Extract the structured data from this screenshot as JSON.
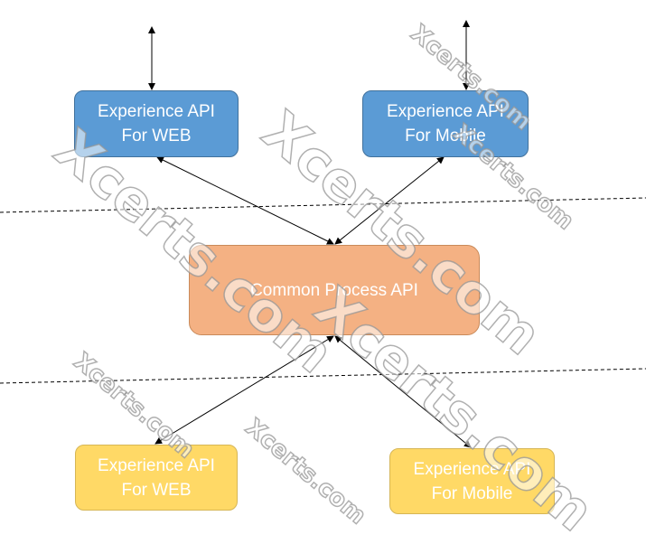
{
  "nodes": {
    "exp_web_top": {
      "line1": "Experience API",
      "line2": "For WEB"
    },
    "exp_mobile_top": {
      "line1": "Experience API",
      "line2": "For Mobile"
    },
    "common_process": {
      "label": "Common Process API"
    },
    "exp_web_bottom": {
      "line1": "Experience API",
      "line2": "For WEB"
    },
    "exp_mobile_bottom": {
      "line1": "Experience API",
      "line2": "For Mobile"
    }
  },
  "watermark": {
    "text": "Xcerts.com"
  },
  "colors": {
    "experience_top": "#5b9bd5",
    "process": "#f4b183",
    "experience_bottom": "#ffd966",
    "connector": "#000000"
  }
}
